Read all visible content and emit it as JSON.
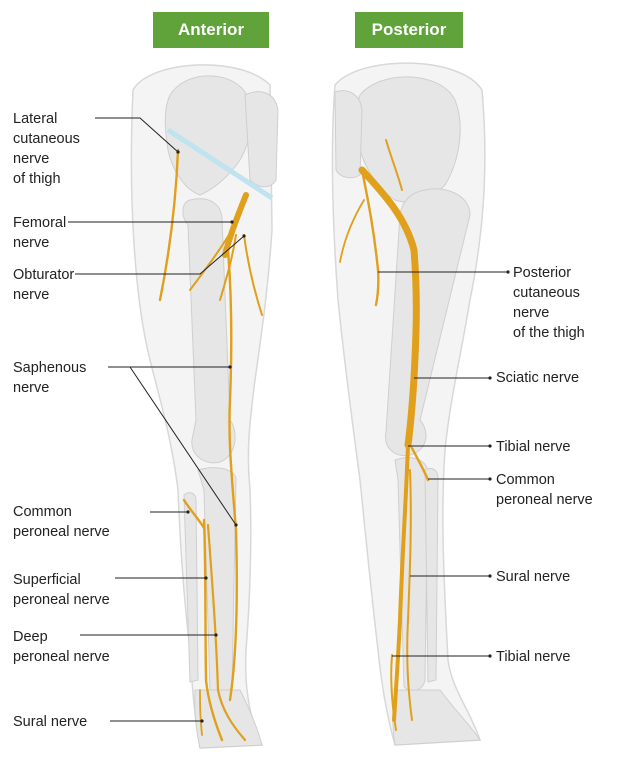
{
  "colors": {
    "badge": "#5fa33a",
    "nerve": "#e0a01c",
    "bone": "#e6e6e6",
    "bone_edge": "#cfcfcf",
    "skin": "#f4f4f4",
    "skin_edge": "#d8d8d8",
    "leader": "#222222"
  },
  "headers": {
    "anterior": "Anterior",
    "posterior": "Posterior"
  },
  "anterior_labels": [
    "Lateral\ncutaneous\nnerve\nof thigh",
    "Femoral\nnerve",
    "Obturator\nnerve",
    "Saphenous\nnerve",
    "Common\nperoneal nerve",
    "Superficial\nperoneal nerve",
    "Deep\nperoneal nerve",
    "Sural nerve"
  ],
  "posterior_labels": [
    "Posterior\ncutaneous\nnerve\nof the thigh",
    "Sciatic nerve",
    "Tibial nerve",
    "Common\nperoneal nerve",
    "Sural nerve",
    "Tibial nerve"
  ]
}
